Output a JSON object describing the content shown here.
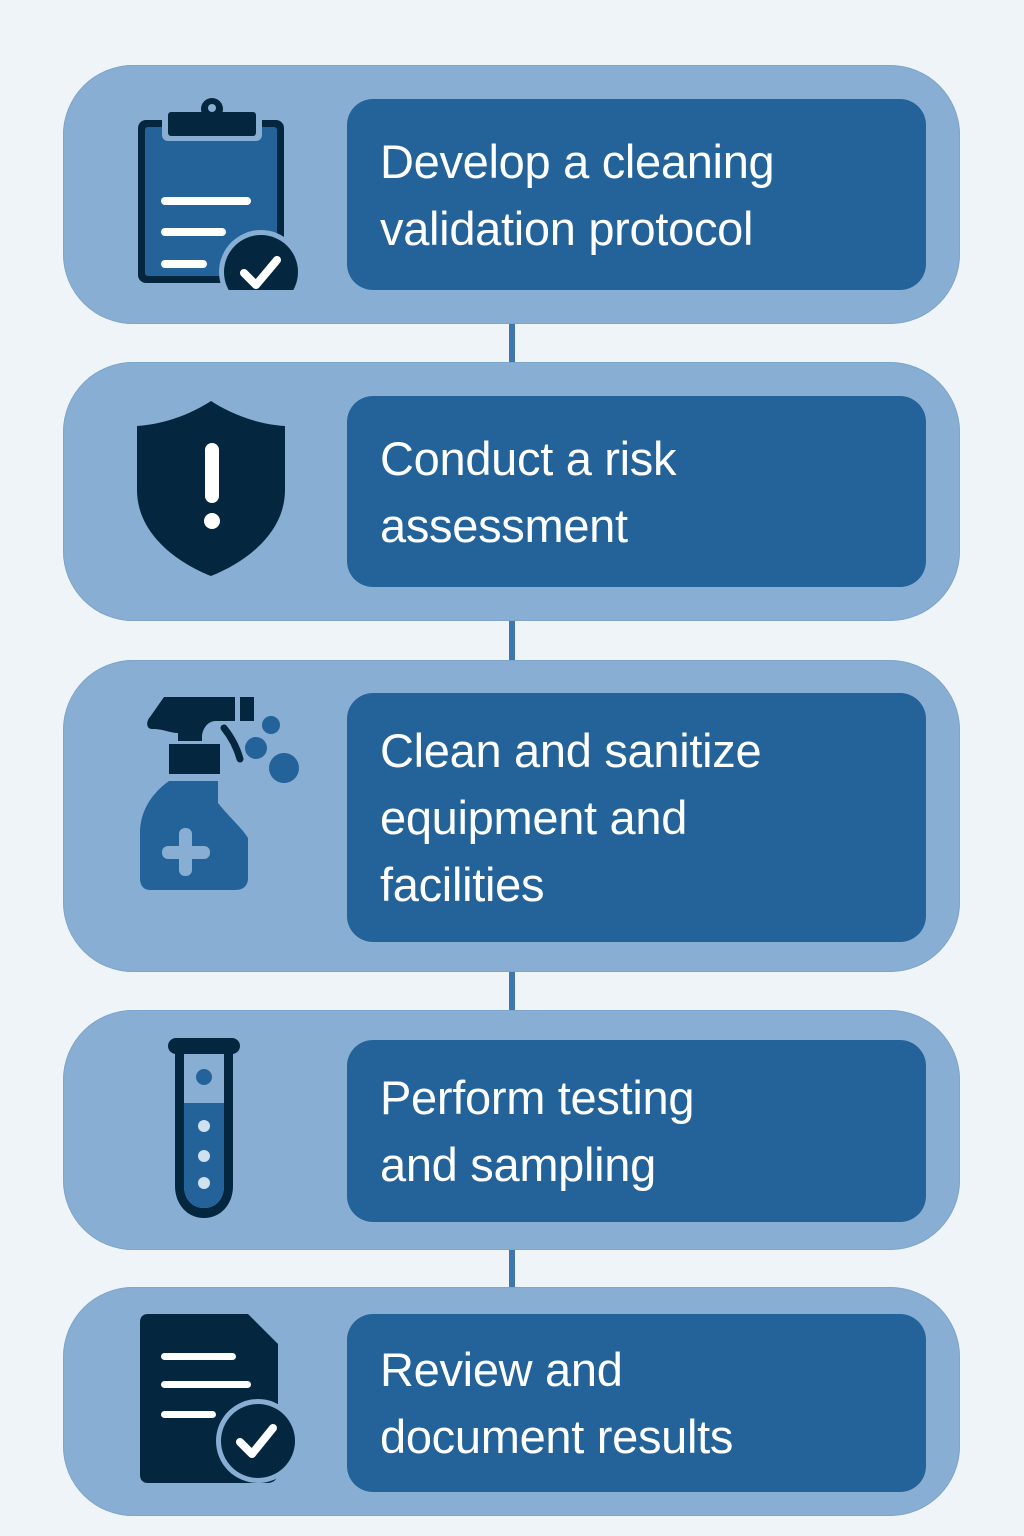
{
  "colors": {
    "background": "#eff4f8",
    "card": "#88aed3",
    "step_box": "#236399",
    "icon_dark": "#04263f",
    "icon_mid": "#236399",
    "connector": "#3f76ab",
    "text": "#ffffff"
  },
  "steps": [
    {
      "index": 1,
      "icon": "clipboard-check-icon",
      "label": "Develop a cleaning\nvalidation protocol"
    },
    {
      "index": 2,
      "icon": "shield-alert-icon",
      "label": "Conduct a risk\nassessment"
    },
    {
      "index": 3,
      "icon": "spray-bottle-icon",
      "label": "Clean and sanitize\nequipment and\nfacilities"
    },
    {
      "index": 4,
      "icon": "test-tube-icon",
      "label": "Perform testing\nand sampling"
    },
    {
      "index": 5,
      "icon": "document-check-icon",
      "label": "Review and\ndocument results"
    }
  ]
}
